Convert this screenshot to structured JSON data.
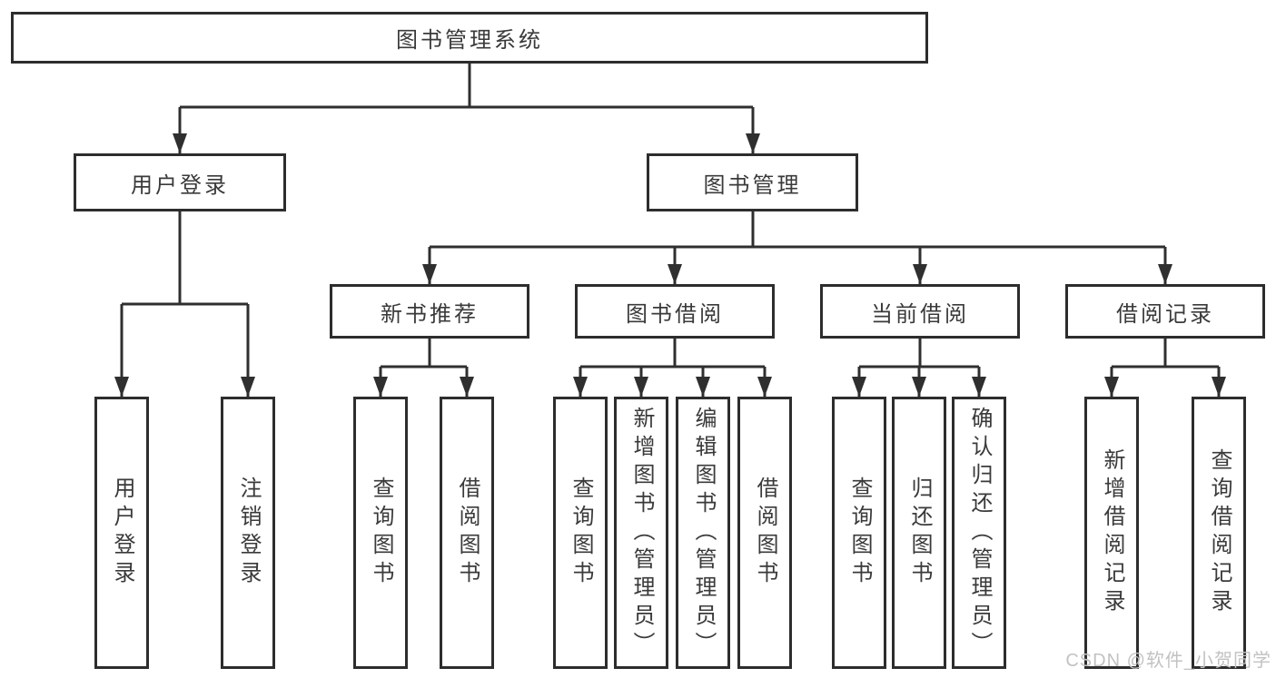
{
  "tree": {
    "root": "图书管理系统",
    "branches": [
      {
        "label": "用户登录",
        "children": [
          "用户登录",
          "注销登录"
        ]
      },
      {
        "label": "图书管理",
        "sections": [
          {
            "label": "新书推荐",
            "children": [
              "查询图书",
              "借阅图书"
            ]
          },
          {
            "label": "图书借阅",
            "children": [
              "查询图书",
              "新增图书（管理员）",
              "编辑图书（管理员）",
              "借阅图书"
            ]
          },
          {
            "label": "当前借阅",
            "children": [
              "查询图书",
              "归还图书",
              "确认归还（管理员）"
            ]
          },
          {
            "label": "借阅记录",
            "children": [
              "新增借阅记录",
              "查询借阅记录"
            ]
          }
        ]
      }
    ]
  },
  "watermark": "CSDN @软件_小贺同学",
  "colors": {
    "line": "#2f2f2f",
    "box_border": "#2d2d2d",
    "text": "#3a3a3a",
    "watermark": "#c2c2c2",
    "background": "#ffffff"
  }
}
